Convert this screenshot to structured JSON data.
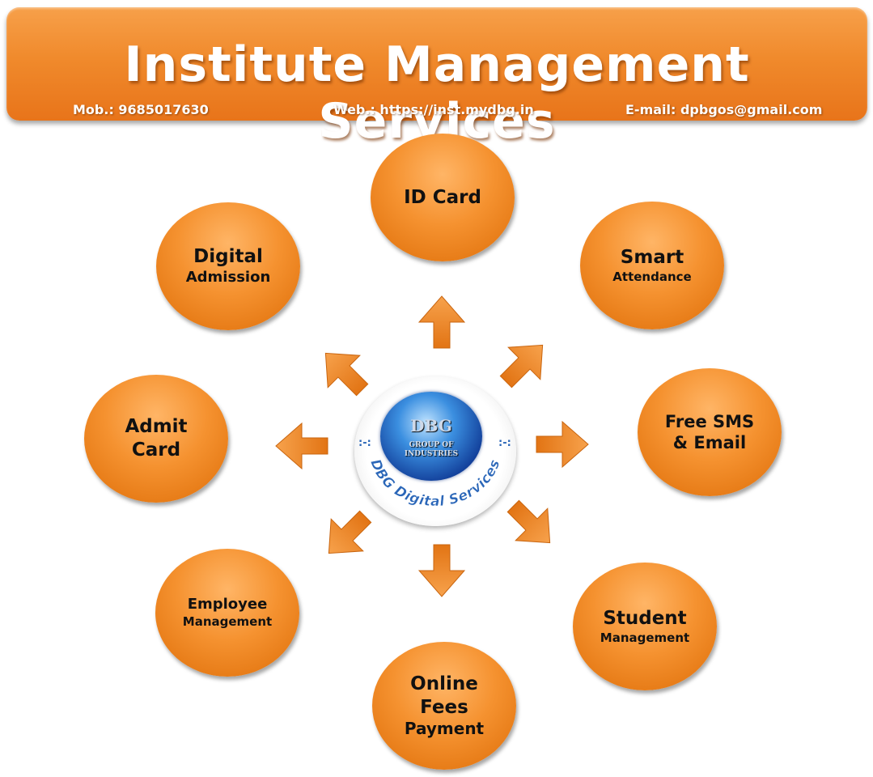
{
  "banner": {
    "title": "Institute Management Services",
    "mobile": "Mob.: 9685017630",
    "web": "Web.: https://inst.mydbg.in",
    "email": "E-mail: dpbgos@gmail.com"
  },
  "hub": {
    "logo_main": "DBG",
    "logo_sub1": "GROUP OF",
    "logo_sub2": "INDUSTRIES",
    "ring_text": "DBG Digital Services",
    "dots": ":-:"
  },
  "nodes": {
    "id_card": {
      "line1": "ID Card"
    },
    "smart_attendance": {
      "line1": "Smart",
      "line2": "Attendance"
    },
    "free_sms": {
      "line1": "Free SMS",
      "line2": "& Email"
    },
    "student_mgmt": {
      "line1": "Student",
      "line2": "Management"
    },
    "online_fees": {
      "line1": "Online",
      "line2": "Fees",
      "line3": "Payment"
    },
    "employee_mgmt": {
      "line1": "Employee",
      "line2": "Management"
    },
    "admit_card": {
      "line1": "Admit",
      "line2": "Card"
    },
    "digital_admission": {
      "line1": "Digital",
      "line2": "Admission"
    }
  },
  "colors": {
    "orange": "#f08a2c",
    "orange_dark": "#e47712",
    "hub_blue": "#2a66b8"
  }
}
